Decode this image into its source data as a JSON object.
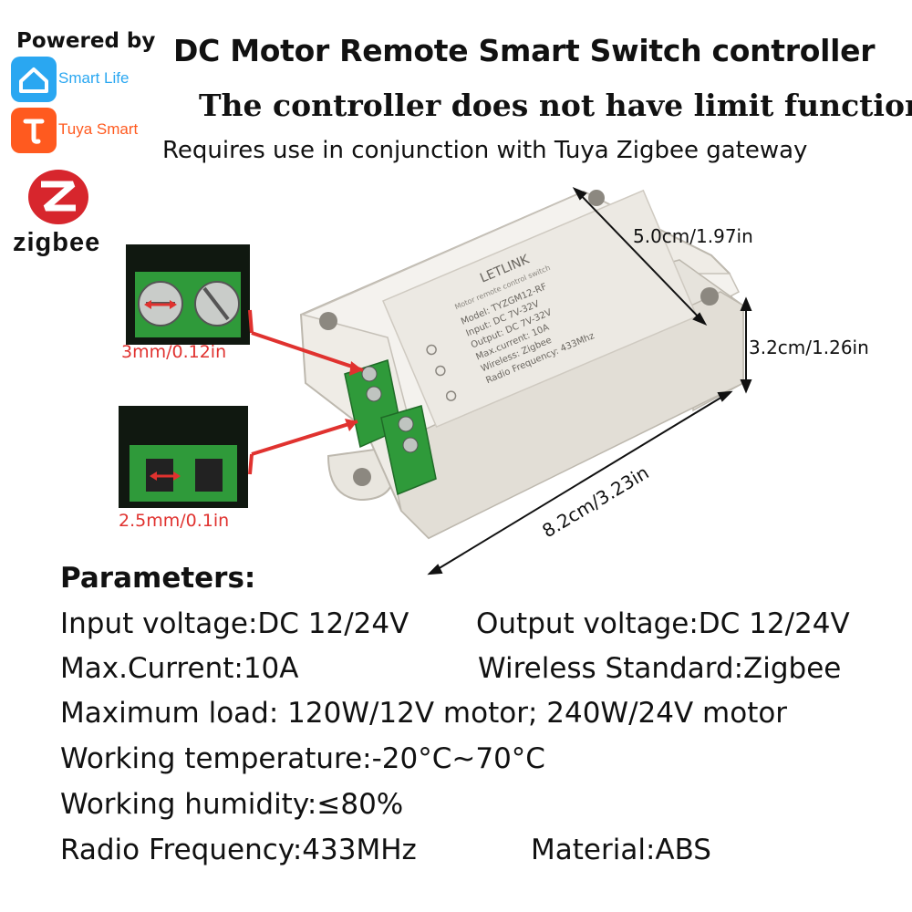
{
  "badges": {
    "powered_by": "Powered by",
    "smart_life": "Smart Life",
    "tuya_smart": "Tuya Smart",
    "zigbee": "zigbee"
  },
  "colors": {
    "smart_life_blue": "#2aa7f1",
    "tuya_orange": "#ff5a1f",
    "zigbee_red": "#d7262d",
    "terminal_green": "#2f9a3a",
    "annotation_red": "#e0322f"
  },
  "header": {
    "title": "DC Motor Remote Smart Switch controller",
    "subtitle": "The controller does not have limit function",
    "note": "Requires use in conjunction with Tuya Zigbee gateway"
  },
  "product": {
    "dim_width": "5.0cm/1.97in",
    "dim_height": "3.2cm/1.26in",
    "dim_length": "8.2cm/3.23in",
    "screw_spacing": "3mm/0.12in",
    "terminal_spacing": "2.5mm/0.1in",
    "label": {
      "brand": "LETLINK",
      "subtitle": "Motor remote control switch",
      "model": "Model: TYZGM12-RF",
      "input": "Input: DC 7V-32V",
      "output": "Output: DC 7V-32V",
      "current": "Max.current: 10A",
      "wireless": "Wireless: Zigbee",
      "radio": "Radio Frequency: 433Mhz"
    }
  },
  "parameters": {
    "title": "Parameters:",
    "input_voltage": "Input voltage:DC 12/24V",
    "output_voltage": "Output voltage:DC 12/24V",
    "max_current": "Max.Current:10A",
    "wireless": "Wireless Standard:Zigbee",
    "max_load": "Maximum load: 120W/12V motor; 240W/24V motor",
    "temperature": "Working temperature:-20°C~70°C",
    "humidity": "Working humidity:≤80%",
    "radio": "Radio Frequency:433MHz",
    "material": "Material:ABS"
  }
}
